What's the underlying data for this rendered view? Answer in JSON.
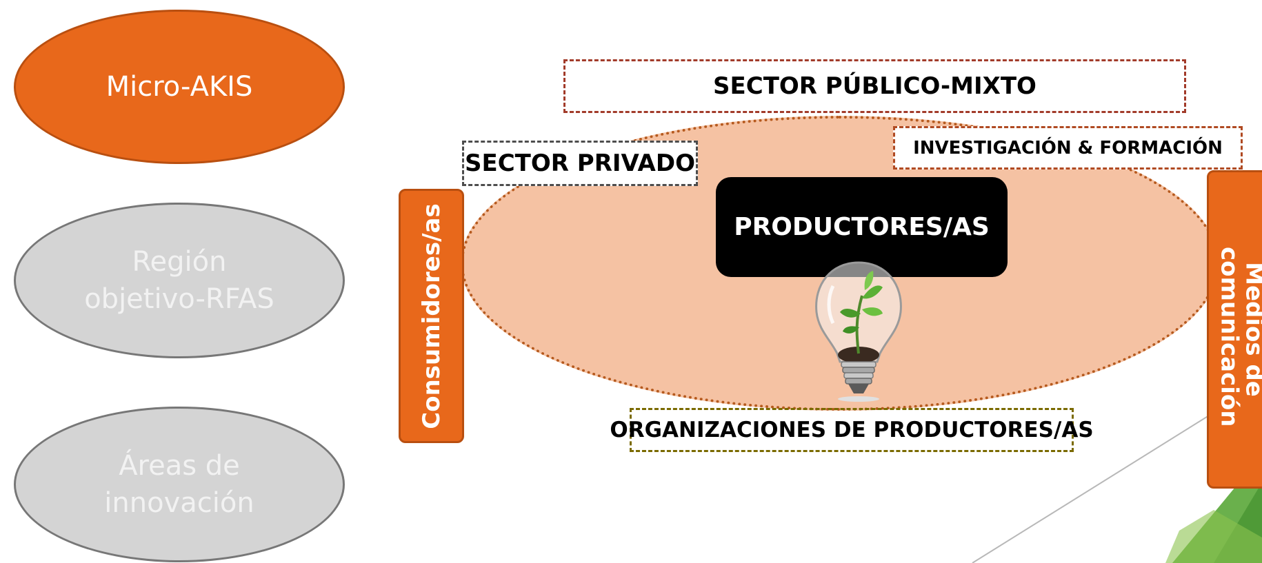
{
  "nav": {
    "items": [
      {
        "label": "Micro-AKIS",
        "state": "active"
      },
      {
        "label": "Región objetivo-RFAS",
        "state": "inactive"
      },
      {
        "label": "Áreas de innovación",
        "state": "inactive"
      }
    ]
  },
  "diagram": {
    "public_mixed_sector": "SECTOR PÚBLICO-MIXTO",
    "private_sector": "SECTOR PRIVADO",
    "research_training": "INVESTIGACIÓN & FORMACIÓN",
    "producers": "PRODUCTORES/AS",
    "consumers": "Consumidores/as",
    "media": "Medios de comunicación",
    "producer_organizations": "ORGANIZACIONES DE PRODUCTORES/AS",
    "center_image": "lightbulb-with-plant-icon"
  },
  "colors": {
    "accent_orange": "#e8681b",
    "ecosystem_fill": "#f5c2a3",
    "inactive_gray": "#d4d4d4",
    "deco_green": "#6ab04c"
  }
}
